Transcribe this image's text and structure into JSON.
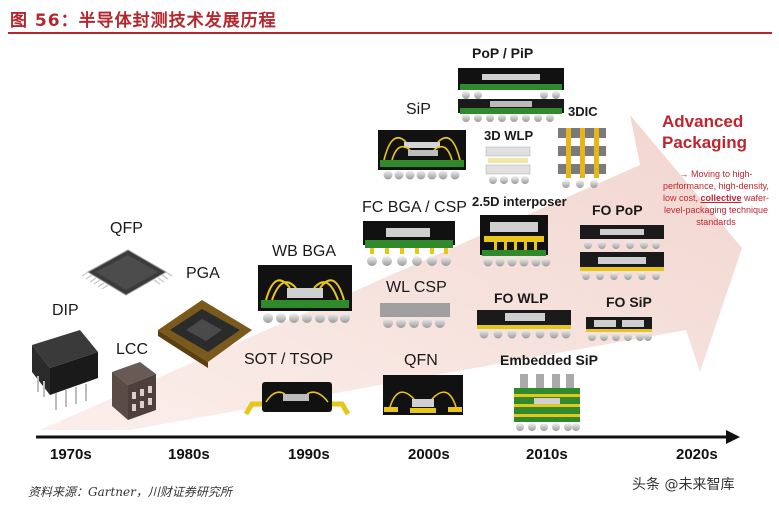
{
  "title": "图 56：半导体封测技术发展历程",
  "source": "资料来源：Gartner，川财证券研究所",
  "watermark": "头条 @未来智库",
  "timeline": {
    "eras": [
      "1970s",
      "1980s",
      "1990s",
      "2000s",
      "2010s",
      "2020s"
    ]
  },
  "packages": {
    "dip": "DIP",
    "qfp": "QFP",
    "lcc": "LCC",
    "pga": "PGA",
    "wb_bga": "WB BGA",
    "sot_tsop": "SOT / TSOP",
    "sip": "SiP",
    "fc_bga_csp": "FC BGA / CSP",
    "wl_csp": "WL CSP",
    "qfn": "QFN",
    "pop_pip": "PoP / PiP",
    "wlp_3d": "3D WLP",
    "dic_3d": "3DIC",
    "interposer_25d": "2.5D interposer",
    "fo_pop": "FO PoP",
    "fo_wlp": "FO WLP",
    "fo_sip": "FO SiP",
    "embedded_sip": "Embedded SiP"
  },
  "advanced": {
    "heading_line1": "Advanced",
    "heading_line2": "Packaging",
    "note_before": "→ Moving to high-performance, high-density, low cost, ",
    "note_emph": "collective",
    "note_after": " wafer-level-packaging technique standards"
  },
  "colors": {
    "title_red": "#b3272d",
    "accent_red": "#c0252f",
    "arrow_fill": "#f6dfdb",
    "substrate_green": "#2f8a2b",
    "wire_gold": "#e7c619",
    "ball_gray": "#c9c9c9"
  }
}
